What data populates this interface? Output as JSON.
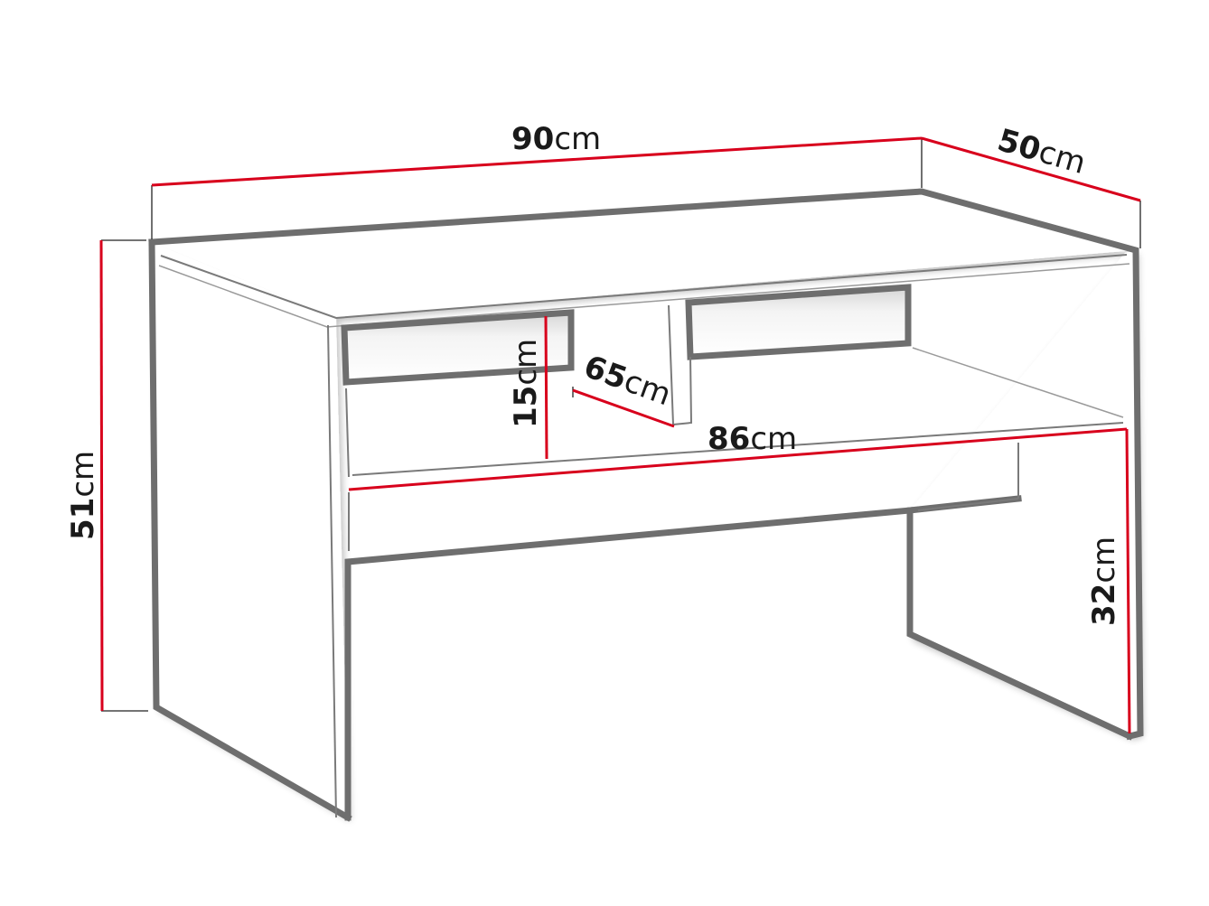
{
  "diagram": {
    "subject": "coffee table with open shelves and two drawer fronts",
    "colors": {
      "outline": "#6e6e6e",
      "dimension_line": "#d8001c",
      "text": "#1a1a1a",
      "background": "#ffffff"
    },
    "dimensions": {
      "width": {
        "value": "90",
        "unit": "cm"
      },
      "depth": {
        "value": "50",
        "unit": "cm"
      },
      "height": {
        "value": "51",
        "unit": "cm"
      },
      "drawer_height": {
        "value": "15",
        "unit": "cm"
      },
      "inner_depth": {
        "value": "65",
        "unit": "cm"
      },
      "inner_width": {
        "value": "86",
        "unit": "cm"
      },
      "leg_clearance": {
        "value": "32",
        "unit": "cm"
      }
    }
  }
}
